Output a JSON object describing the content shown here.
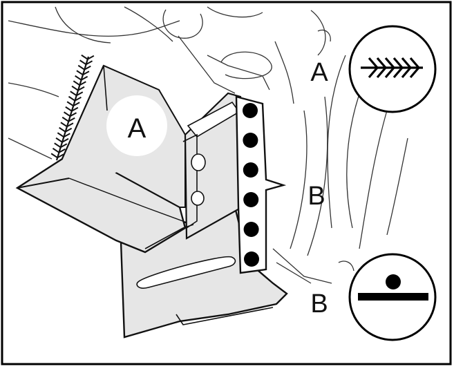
{
  "figure": {
    "frame_color": "#000000",
    "part_fill": "#e6e6e6",
    "outline_color": "#111111",
    "spot_weld_color": "#000000"
  },
  "labels": {
    "callout_a": "A",
    "callout_b": "B",
    "legend_a": "A",
    "legend_b": "B"
  },
  "legend": [
    {
      "key": "A",
      "icon": "seam-weld-icon"
    },
    {
      "key": "B",
      "icon": "spot-weld-icon"
    }
  ],
  "spot_weld_count": 6
}
